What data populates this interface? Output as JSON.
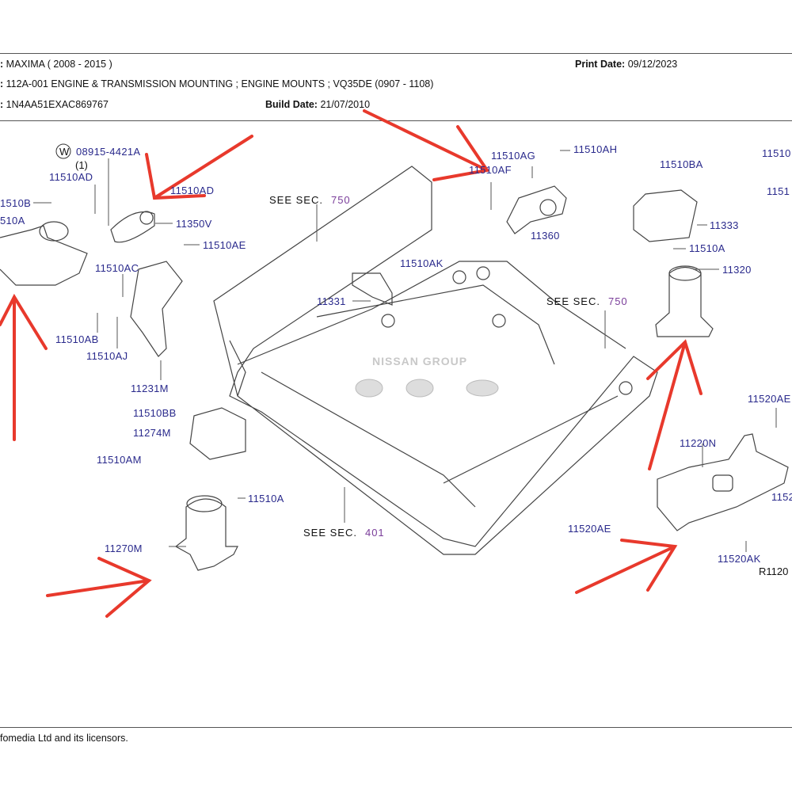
{
  "header": {
    "model_label": ":",
    "model_value": "MAXIMA ( 2008 - 2015 )",
    "print_date_label": "Print Date:",
    "print_date_value": "09/12/2023",
    "section_label": ":",
    "section_value": "112A-001 ENGINE & TRANSMISSION MOUNTING ; ENGINE MOUNTS ; VQ35DE (0907 - 1108)",
    "vin_label": ":",
    "vin_value": "1N4AA51EXAC869767",
    "build_date_label": "Build Date:",
    "build_date_value": "21/07/2010"
  },
  "diagram": {
    "watermark": "NISSAN GROUP",
    "see_sections": [
      {
        "text": "SEE  SEC.",
        "num": "750"
      },
      {
        "text": "SEE  SEC.",
        "num": "750"
      },
      {
        "text": "SEE  SEC.",
        "num": "401"
      }
    ],
    "w_symbol": "W",
    "w_qty": "(1)",
    "figure_ref": "R1120",
    "part_labels": {
      "p08915": "08915-4421A",
      "p11510AD_a": "11510AD",
      "p11510B": "1510B",
      "p11510A_left": "510A",
      "p11510AD_b": "11510AD",
      "p11350V": "11350V",
      "p11510AE": "11510AE",
      "p11510AC": "11510AC",
      "p11510AB": "11510AB",
      "p11510AJ": "11510AJ",
      "p11231M": "11231M",
      "p11510BB": "11510BB",
      "p11274M": "11274M",
      "p11510AM": "11510AM",
      "p11510A_mid": "11510A",
      "p11270M": "11270M",
      "p11331": "11331",
      "p11510AK": "11510AK",
      "p11510AG": "11510AG",
      "p11510AF": "11510AF",
      "p11510AH": "11510AH",
      "p11360": "11360",
      "p11510BA": "11510BA",
      "p11510_r1": "11510",
      "p11510_r2": "1151",
      "p11333": "11333",
      "p11510A_right": "11510A",
      "p11320": "11320",
      "p11520AE_r": "11520AE",
      "p11220N": "11220N",
      "p1152_r": "1152",
      "p11520AE_l": "11520AE",
      "p11520AK": "11520AK"
    }
  },
  "footer": {
    "text": "fomedia Ltd and its licensors."
  },
  "colors": {
    "label": "#2a2a8c",
    "arrow": "#e8392c",
    "section_num": "#7a3d9a"
  }
}
